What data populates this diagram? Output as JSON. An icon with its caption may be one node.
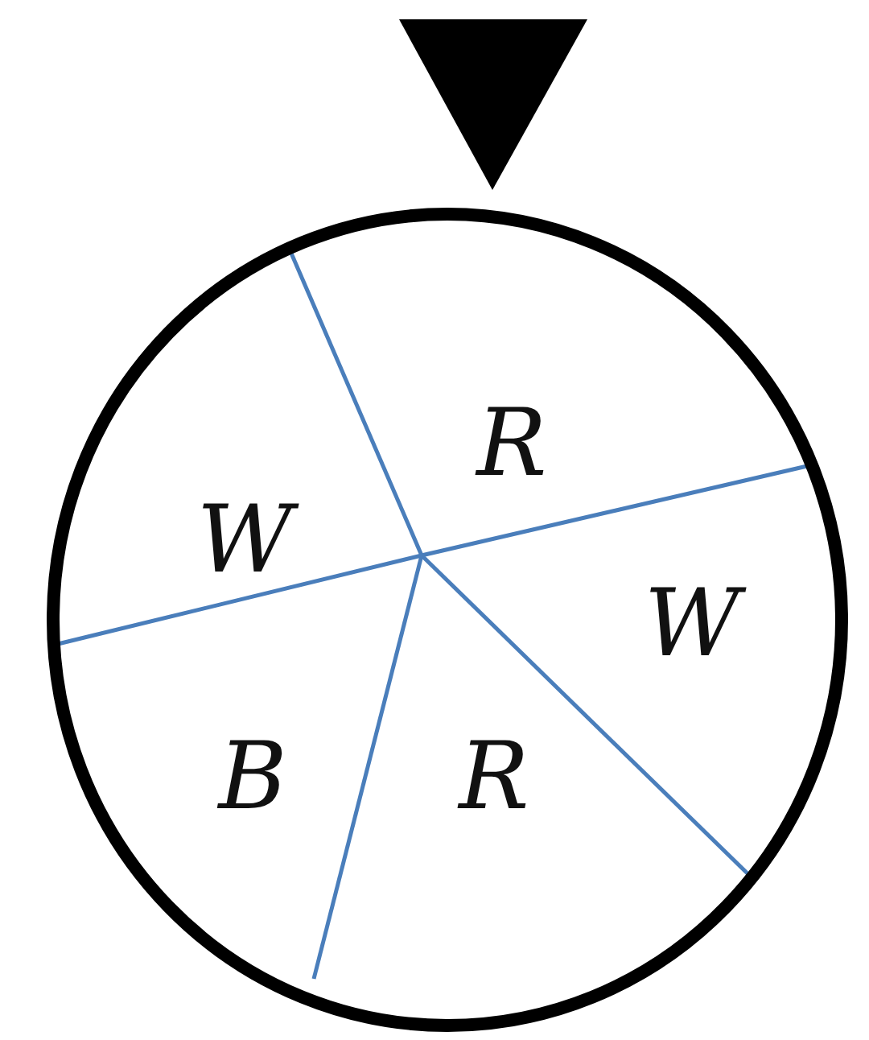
{
  "diagram": {
    "labels": [
      "R",
      "W",
      "W",
      "B",
      "R"
    ]
  }
}
